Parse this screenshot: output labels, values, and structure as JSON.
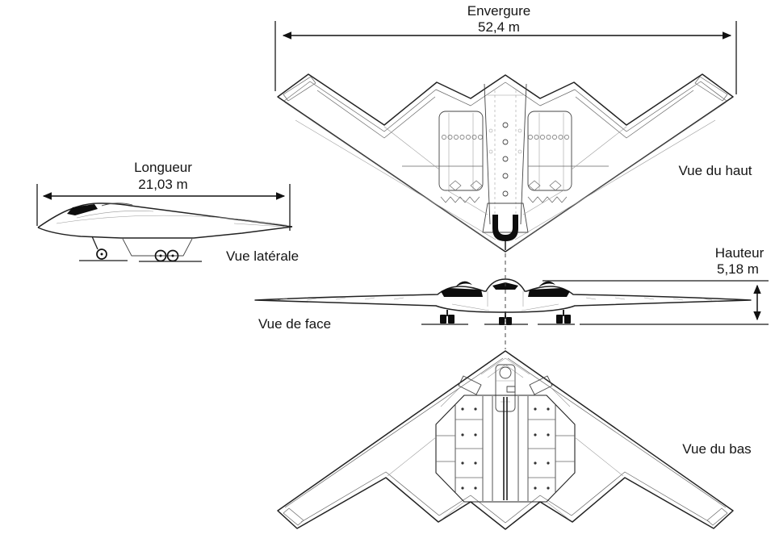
{
  "dimensions": {
    "wingspan": {
      "label": "Envergure",
      "value": "52,4 m"
    },
    "length": {
      "label": "Longueur",
      "value": "21,03 m"
    },
    "height": {
      "label": "Hauteur",
      "value": "5,18 m"
    }
  },
  "views": {
    "top": "Vue du haut",
    "side": "Vue latérale",
    "front": "Vue de face",
    "bottom": "Vue du bas"
  },
  "colors": {
    "line": "#222222",
    "light_line": "#999999",
    "text": "#151515",
    "background": "#ffffff"
  }
}
